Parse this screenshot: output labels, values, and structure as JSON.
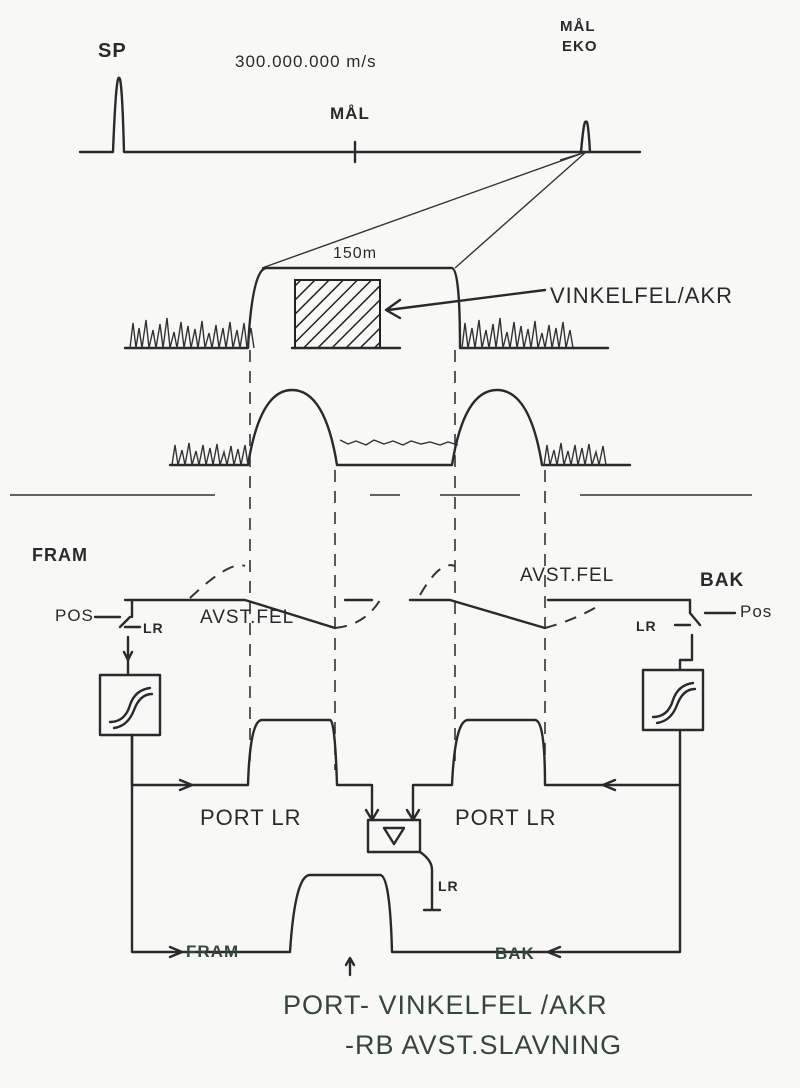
{
  "top": {
    "sp": "SP",
    "speed": "300.000.000 m/s",
    "target": "MÅL",
    "target_echo_1": "MÅL",
    "target_echo_2": "EKO"
  },
  "zoom": {
    "width": "150m",
    "angle_error": "VINKELFEL/AKR"
  },
  "loop": {
    "forward": "FRAM",
    "back": "BAK",
    "range_error_left": "AVST.FEL",
    "range_error_right": "AVST.FEL",
    "pos_left": "POS",
    "pos_right": "Pos",
    "lr_left": "LR",
    "lr_right": "LR",
    "gate_left": "PORT LR",
    "gate_right": "PORT LR",
    "lr_amp": "LR",
    "bottom_forward": "FRAM",
    "bottom_back": "BAK"
  },
  "caption": {
    "line1": "PORT- VINKELFEL /AKR",
    "line2": "-RB AVST.SLAVNING"
  }
}
